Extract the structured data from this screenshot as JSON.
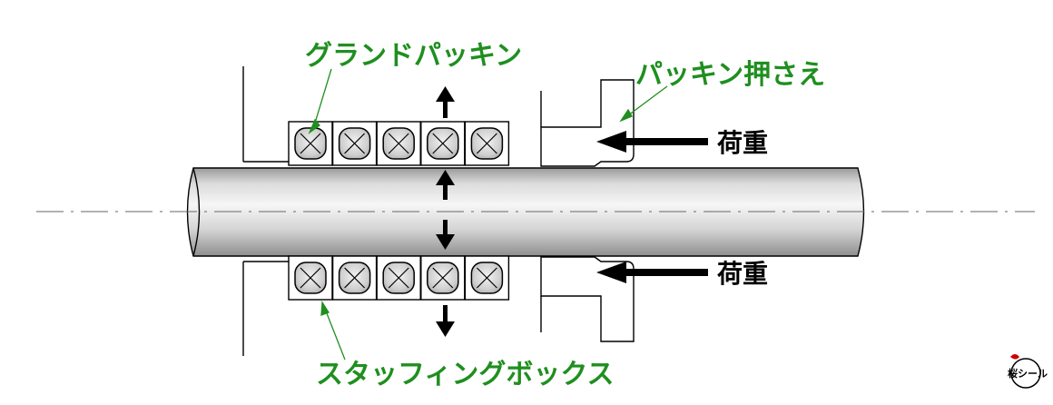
{
  "diagram": {
    "labels": {
      "gland_packing": "グランドパッキン",
      "packing_retainer": "パッキン押さえ",
      "stuffing_box": "スタッフィングボックス",
      "load_upper": "荷重",
      "load_lower": "荷重"
    },
    "packing_ring_count": 5,
    "colors": {
      "label_green": "#1f8f1f",
      "outline": "#000000",
      "shaft_light": "#f4f4f4",
      "shaft_dark": "#9a9a9a"
    },
    "logo": {
      "text": "桜シール",
      "accent_color": "#cc0000"
    }
  }
}
